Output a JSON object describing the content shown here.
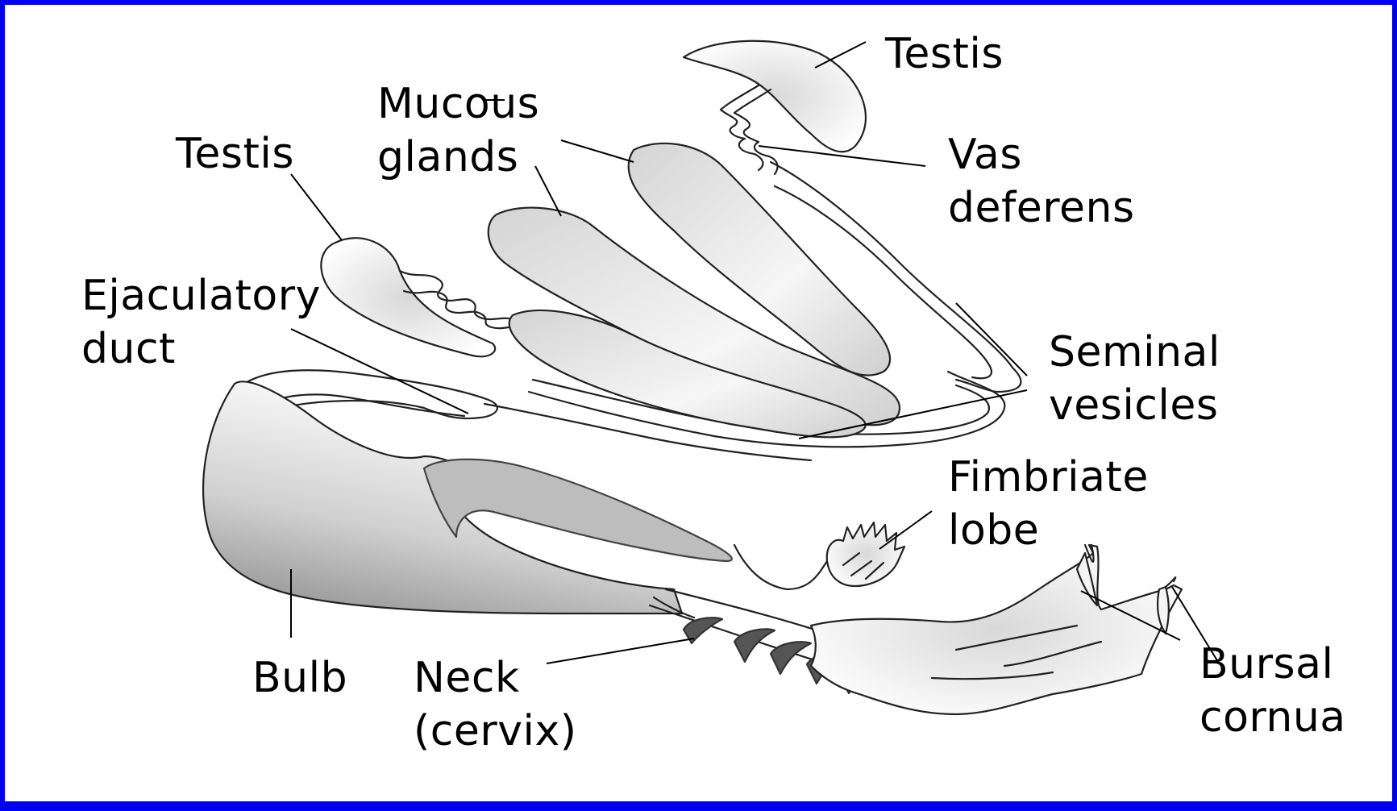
{
  "colors": {
    "frame": "#0000f0",
    "background": "#ffffff",
    "ink": "#000000",
    "shade": "#9a9a9a"
  },
  "labels": {
    "testis_top": "Testis",
    "testis_left": "Testis",
    "mucous_glands": [
      "Mucous",
      "glands"
    ],
    "vas_deferens": [
      "Vas",
      "deferens"
    ],
    "ejaculatory_duct": [
      "Ejaculatory",
      "duct"
    ],
    "seminal_vesicles": [
      "Seminal",
      "vesicles"
    ],
    "fimbriate_lobe": [
      "Fimbriate",
      "lobe"
    ],
    "bulb": "Bulb",
    "neck": [
      "Neck",
      "(cervix)"
    ],
    "bursal_cornua": [
      "Bursal",
      "cornua"
    ]
  }
}
